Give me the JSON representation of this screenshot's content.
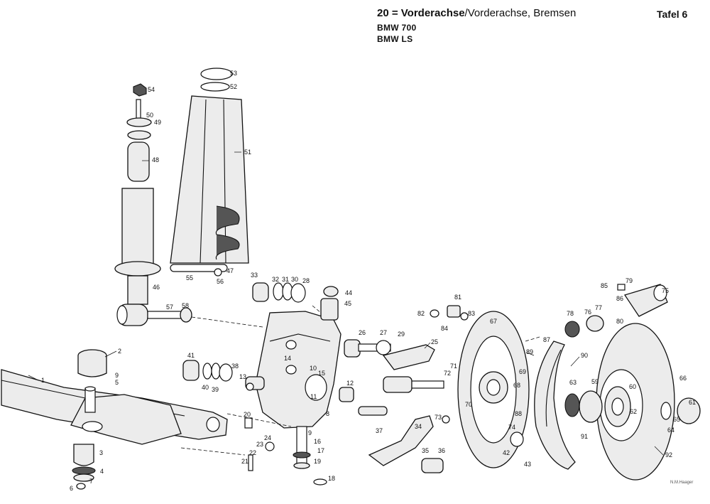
{
  "header": {
    "title_bold": "20 = Vorderachse",
    "title_rest": "/Vorderachse, Bremsen",
    "models": [
      "BMW 700",
      "BMW LS"
    ],
    "plate": "Tafel 6",
    "signature": "N.M.Haager"
  },
  "callouts": [
    "1",
    "2",
    "3",
    "4",
    "5",
    "6",
    "7",
    "8",
    "9",
    "10",
    "11",
    "12",
    "13",
    "14",
    "15",
    "16",
    "17",
    "18",
    "19",
    "20",
    "21",
    "22",
    "23",
    "24",
    "25",
    "26",
    "27",
    "28",
    "29",
    "30",
    "31",
    "32",
    "33",
    "34",
    "35",
    "36",
    "37",
    "38",
    "39",
    "40",
    "41",
    "42",
    "43",
    "44",
    "45",
    "46",
    "47",
    "48",
    "49",
    "50",
    "51",
    "52",
    "53",
    "54",
    "55",
    "56",
    "57",
    "58",
    "59",
    "60",
    "61",
    "62",
    "63",
    "64",
    "65",
    "66",
    "67",
    "68",
    "69",
    "70",
    "71",
    "72",
    "73",
    "74",
    "75",
    "76",
    "77",
    "78",
    "79",
    "80",
    "81",
    "82",
    "83",
    "84",
    "85",
    "86",
    "87",
    "88",
    "89",
    "90",
    "91",
    "92"
  ]
}
